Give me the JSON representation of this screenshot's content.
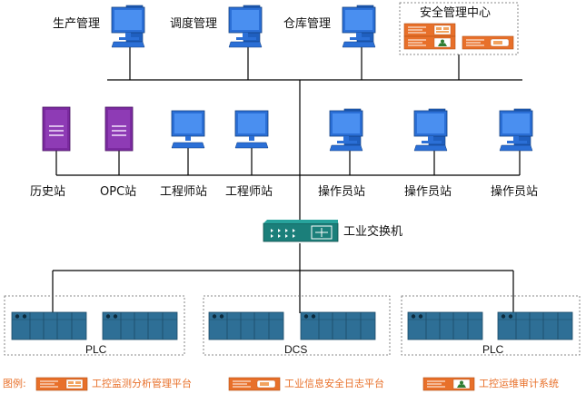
{
  "top_row": [
    {
      "label": "生产管理"
    },
    {
      "label": "调度管理"
    },
    {
      "label": "仓库管理"
    }
  ],
  "security_center": {
    "title": "安全管理中心"
  },
  "middle_row": [
    {
      "label": "历史站",
      "icon": "server-tower-icon"
    },
    {
      "label": "OPC站",
      "icon": "server-tower-icon"
    },
    {
      "label": "工程师站",
      "icon": "monitor-icon"
    },
    {
      "label": "工程师站",
      "icon": "monitor-icon"
    },
    {
      "label": "操作员站",
      "icon": "workstation-icon"
    },
    {
      "label": "操作员站",
      "icon": "workstation-icon"
    },
    {
      "label": "操作员站",
      "icon": "workstation-icon"
    }
  ],
  "switch": {
    "label": "工业交换机"
  },
  "controllers": [
    {
      "label": "PLC"
    },
    {
      "label": "DCS"
    },
    {
      "label": "PLC"
    }
  ],
  "legend": {
    "prefix": "图例:",
    "items": [
      {
        "label": "工控监测分析管理平台"
      },
      {
        "label": "工业信息安全日志平台"
      },
      {
        "label": "工控运维审计系统"
      }
    ]
  },
  "colors": {
    "monitor_blue": "#2b6fd6",
    "server_purple": "#7b2aa0",
    "switch_teal": "#1b7f7a",
    "plc_steel": "#2e6f96",
    "appliance_orange": "#e8702a"
  }
}
